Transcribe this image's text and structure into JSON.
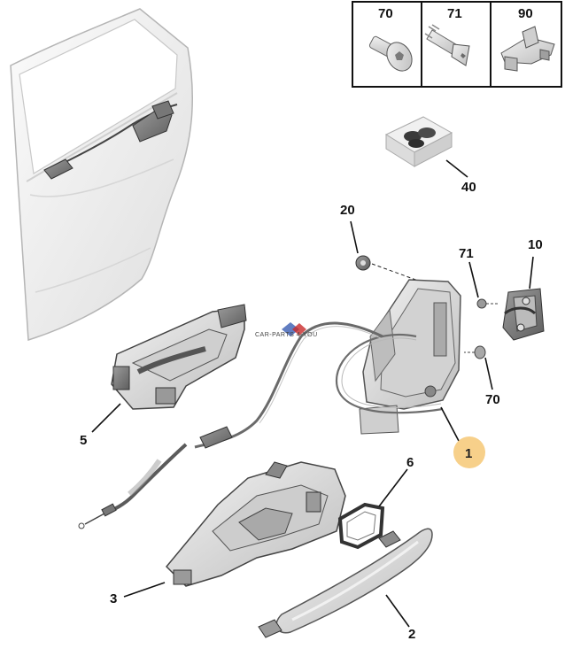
{
  "diagram": {
    "watermark": "CAR-PARTS 4-YOU",
    "colors": {
      "part_fill": "#e4e4e4",
      "part_shade": "#c2c2c2",
      "part_dark": "#8a8a8a",
      "outline": "#555555",
      "leader": "#111111",
      "highlight": "#f7d08a"
    },
    "inset_parts": [
      {
        "number": "70",
        "icon": "screw-flat-head-icon"
      },
      {
        "number": "71",
        "icon": "screw-cone-head-icon"
      },
      {
        "number": "90",
        "icon": "bracket-clip-icon"
      }
    ],
    "callouts": [
      {
        "number": "1",
        "part": "door-lock-actuator",
        "highlighted": true
      },
      {
        "number": "2",
        "part": "outer-door-handle"
      },
      {
        "number": "3",
        "part": "handle-support-bracket"
      },
      {
        "number": "5",
        "part": "inner-door-handle"
      },
      {
        "number": "6",
        "part": "handle-gasket"
      },
      {
        "number": "10",
        "part": "striker-plate"
      },
      {
        "number": "20",
        "part": "grommet"
      },
      {
        "number": "40",
        "part": "repair-kit"
      },
      {
        "number": "70",
        "part": "fixing-screw"
      },
      {
        "number": "71",
        "part": "striker-screw"
      }
    ]
  }
}
